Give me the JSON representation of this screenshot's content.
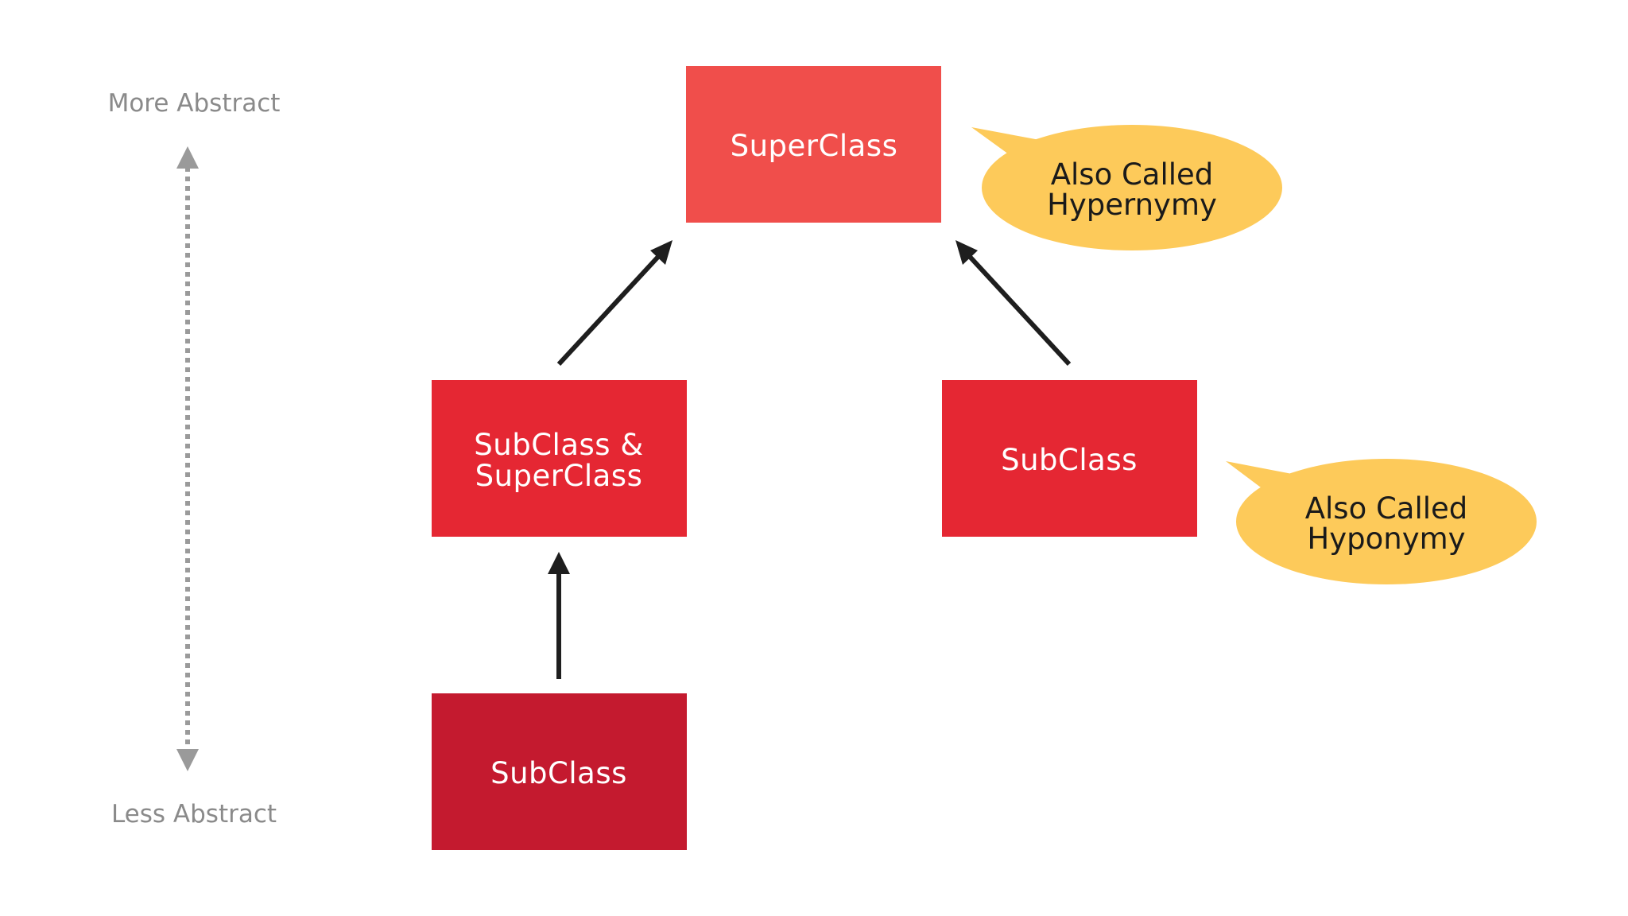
{
  "scale": {
    "top_label": "More Abstract",
    "bottom_label": "Less Abstract"
  },
  "nodes": {
    "superclass": {
      "line1": "SuperClass",
      "color": "#f04e4b"
    },
    "middle": {
      "line1": "SubClass &",
      "line2": "SuperClass",
      "color": "#e52733"
    },
    "right_subclass": {
      "line1": "SubClass",
      "color": "#e52733"
    },
    "bottom_subclass": {
      "line1": "SubClass",
      "color": "#c41a2f"
    }
  },
  "callouts": {
    "hypernymy": {
      "line1": "Also Called",
      "line2": "Hypernymy",
      "color": "#fdca5a"
    },
    "hyponymy": {
      "line1": "Also Called",
      "line2": "Hyponymy",
      "color": "#fdca5a"
    }
  },
  "colors": {
    "arrow": "#1e1e1e",
    "scale": "#9a9a9a"
  }
}
